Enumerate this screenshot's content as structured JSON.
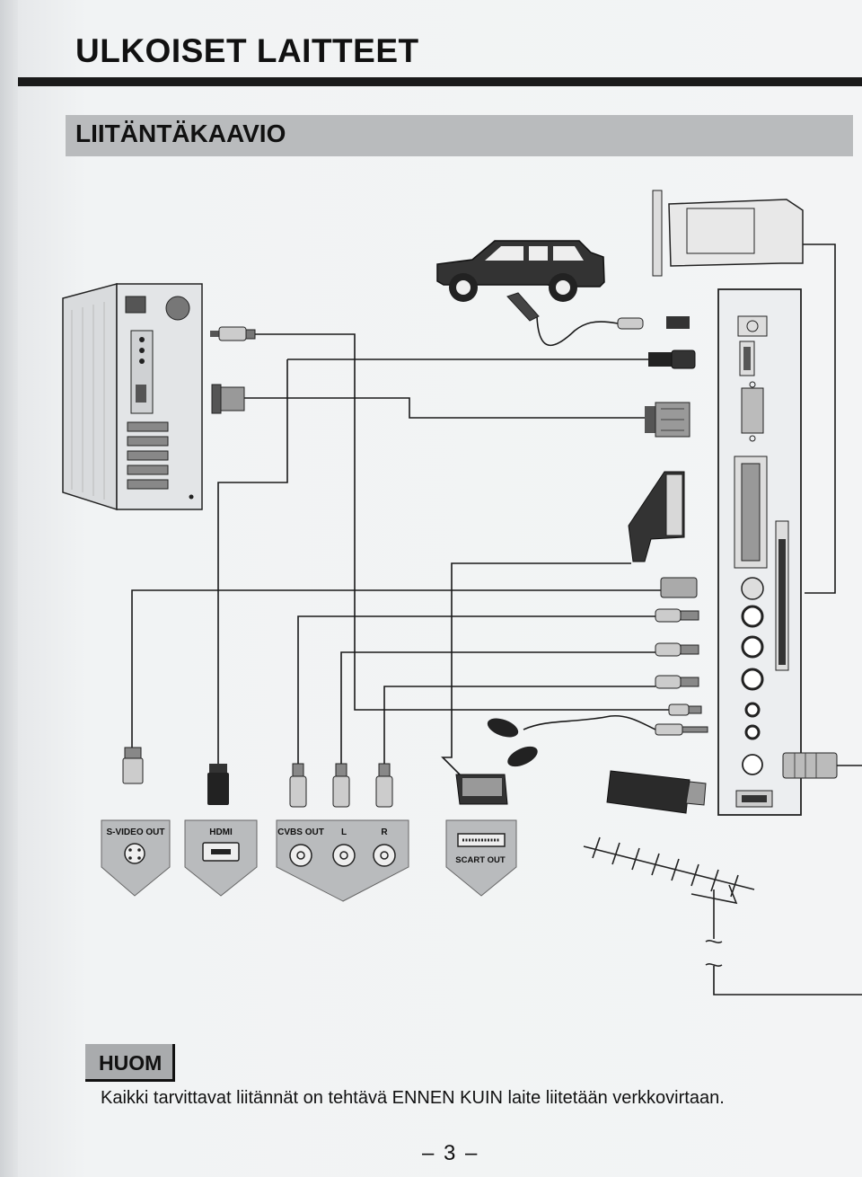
{
  "header": {
    "title": "ULKOISET LAITTEET"
  },
  "section": {
    "title": "LIITÄNTÄKAAVIO"
  },
  "diagram": {
    "ports": {
      "svideo": "S-VIDEO OUT",
      "hdmi": "HDMI",
      "cvbs": "CVBS OUT",
      "left": "L",
      "right": "R",
      "scart": "SCART OUT"
    }
  },
  "note": {
    "label": "HUOM",
    "text": "Kaikki tarvittavat liitännät on tehtävä ENNEN KUIN laite liitetään verkkovirtaan."
  },
  "footer": {
    "page_number": "– 3 –"
  }
}
